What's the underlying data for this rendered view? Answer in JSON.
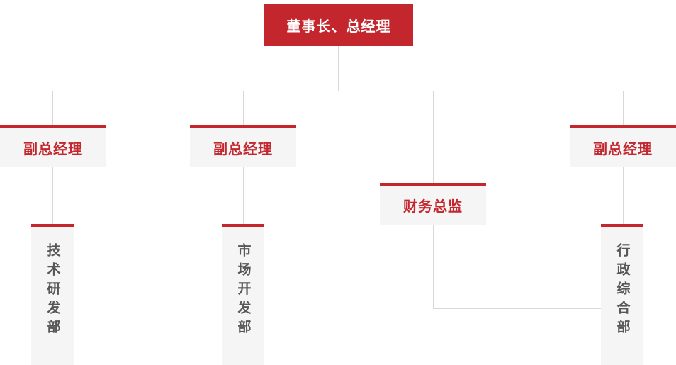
{
  "palette": {
    "red": "#c3262c",
    "box_bg": "#f5f5f6",
    "line_color": "#d7d7d7",
    "dark_text": "#575757",
    "white_text": "#ffffff",
    "canvas_bg": "#ffffff"
  },
  "org": {
    "root": {
      "label": "董事长、总经理"
    },
    "level2": [
      {
        "label": "副总经理"
      },
      {
        "label": "副总经理"
      },
      {
        "label": "财务总监"
      },
      {
        "label": "副总经理"
      }
    ],
    "departments": [
      {
        "label": "技术研发部"
      },
      {
        "label": "市场开发部"
      },
      {
        "label": "行政综合部"
      }
    ]
  }
}
